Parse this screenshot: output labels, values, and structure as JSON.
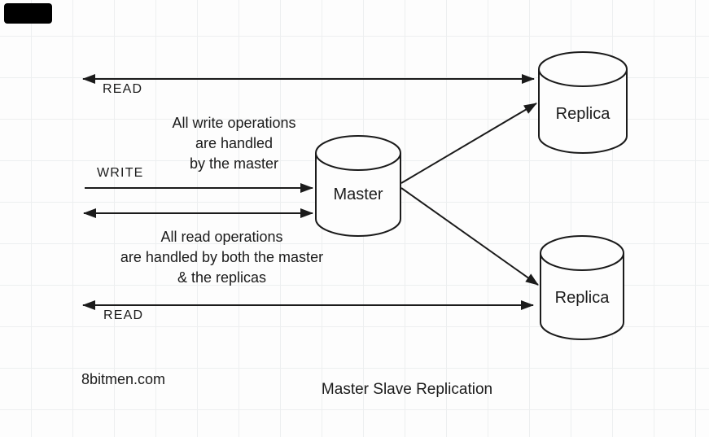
{
  "diagram": {
    "title": "Master Slave Replication",
    "watermark": "8bitmen.com",
    "nodes": {
      "master": {
        "label": "Master"
      },
      "replica_top": {
        "label": "Replica"
      },
      "replica_bottom": {
        "label": "Replica"
      }
    },
    "arrows": {
      "read_top_label": "READ",
      "write_label": "WRITE",
      "read_bottom_label": "READ"
    },
    "notes": {
      "write": [
        "All write operations",
        "are handled",
        "by the master"
      ],
      "read": [
        "All read operations",
        "are handled by both the master",
        "& the replicas"
      ]
    },
    "colors": {
      "ink": "#1b1b1b",
      "background": "#fdfdfd",
      "grid_line": "#edeff0",
      "corner_patch": "#000000"
    }
  }
}
